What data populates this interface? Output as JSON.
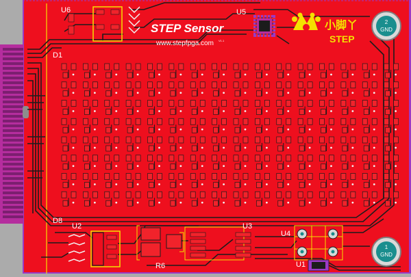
{
  "board": {
    "colors": {
      "background": "#ababab",
      "copper": "#ee0f1e",
      "trace": "#1c1c1c",
      "pad": "#f1232b",
      "silkscreen": "#f4e200",
      "edge": "#9b39c5",
      "via": "#f2f2f2",
      "connector": "#b52d9e"
    },
    "title": "STEP Sensor",
    "url": "www.stepfpga.com",
    "version": "V1.1",
    "logo_cn": "小脚丫",
    "logo_en": "STEP",
    "designators": {
      "u6": "U6",
      "u5": "U5",
      "d1": "D1",
      "d8": "D8",
      "u2": "U2",
      "u3": "U3",
      "u4": "U4",
      "u1": "U1",
      "r6": "R6"
    },
    "mount_holes": {
      "top": {
        "number": "2",
        "label": "GND"
      },
      "bottom": {
        "number": "1",
        "label": "GND"
      }
    },
    "led_matrix": {
      "rows": 8,
      "columns": 16
    }
  }
}
